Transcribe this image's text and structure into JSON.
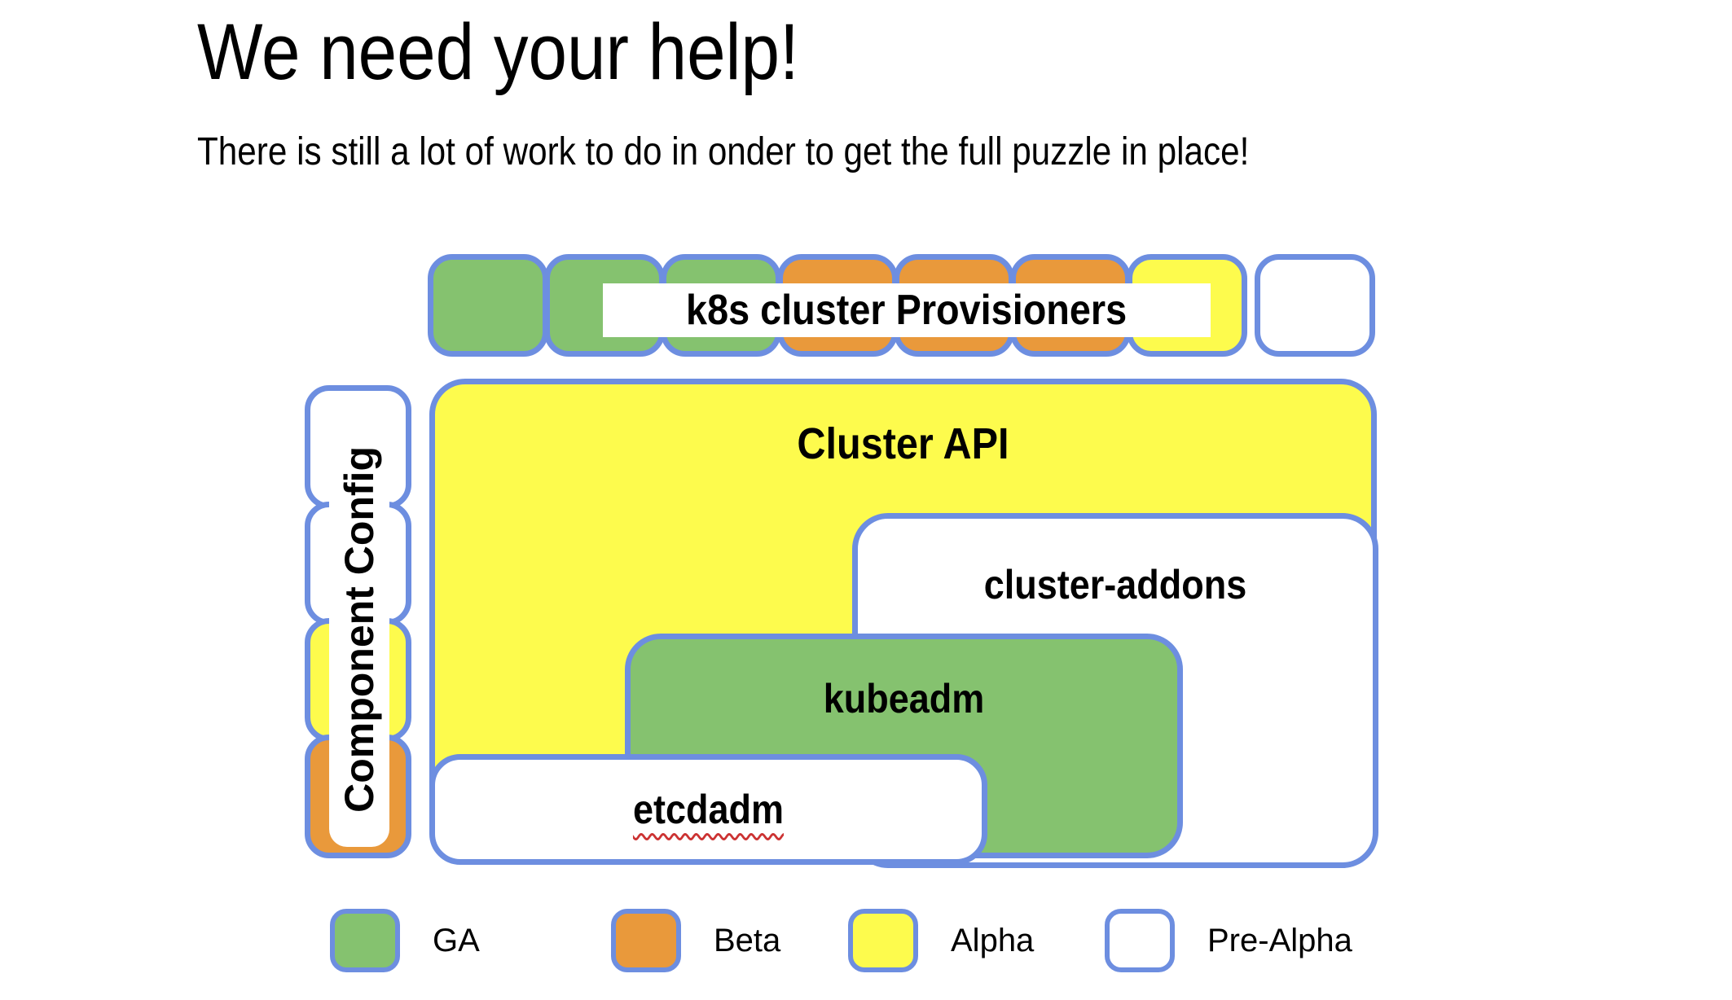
{
  "title": "We need your help!",
  "subtitle": "There is still a lot of work to do in onder to get the full puzzle in place!",
  "palette": {
    "ga_green": "#85C26F",
    "beta_orange": "#E9993B",
    "alpha_yellow": "#FDFB4D",
    "prealpha_white": "#FFFFFF",
    "border_blue": "#6D8EE0",
    "spellcheck_red": "#CC3333"
  },
  "provisioners_row": {
    "label": "k8s cluster Provisioners",
    "squares": [
      "ga",
      "ga",
      "ga",
      "beta",
      "beta",
      "beta",
      "alpha",
      "prealpha"
    ]
  },
  "component_config": {
    "label": "Component Config",
    "squares": [
      "prealpha",
      "prealpha",
      "alpha",
      "beta"
    ]
  },
  "boxes": {
    "cluster_api": {
      "label": "Cluster API",
      "status": "alpha"
    },
    "cluster_addons": {
      "label": "cluster-addons",
      "status": "prealpha"
    },
    "kubeadm": {
      "label": "kubeadm",
      "status": "ga"
    },
    "etcdadm": {
      "label": "etcdadm",
      "status": "prealpha",
      "spellcheck_underline": true
    }
  },
  "legend": [
    {
      "label": "GA",
      "status": "ga"
    },
    {
      "label": "Beta",
      "status": "beta"
    },
    {
      "label": "Alpha",
      "status": "alpha"
    },
    {
      "label": "Pre-Alpha",
      "status": "prealpha"
    }
  ]
}
